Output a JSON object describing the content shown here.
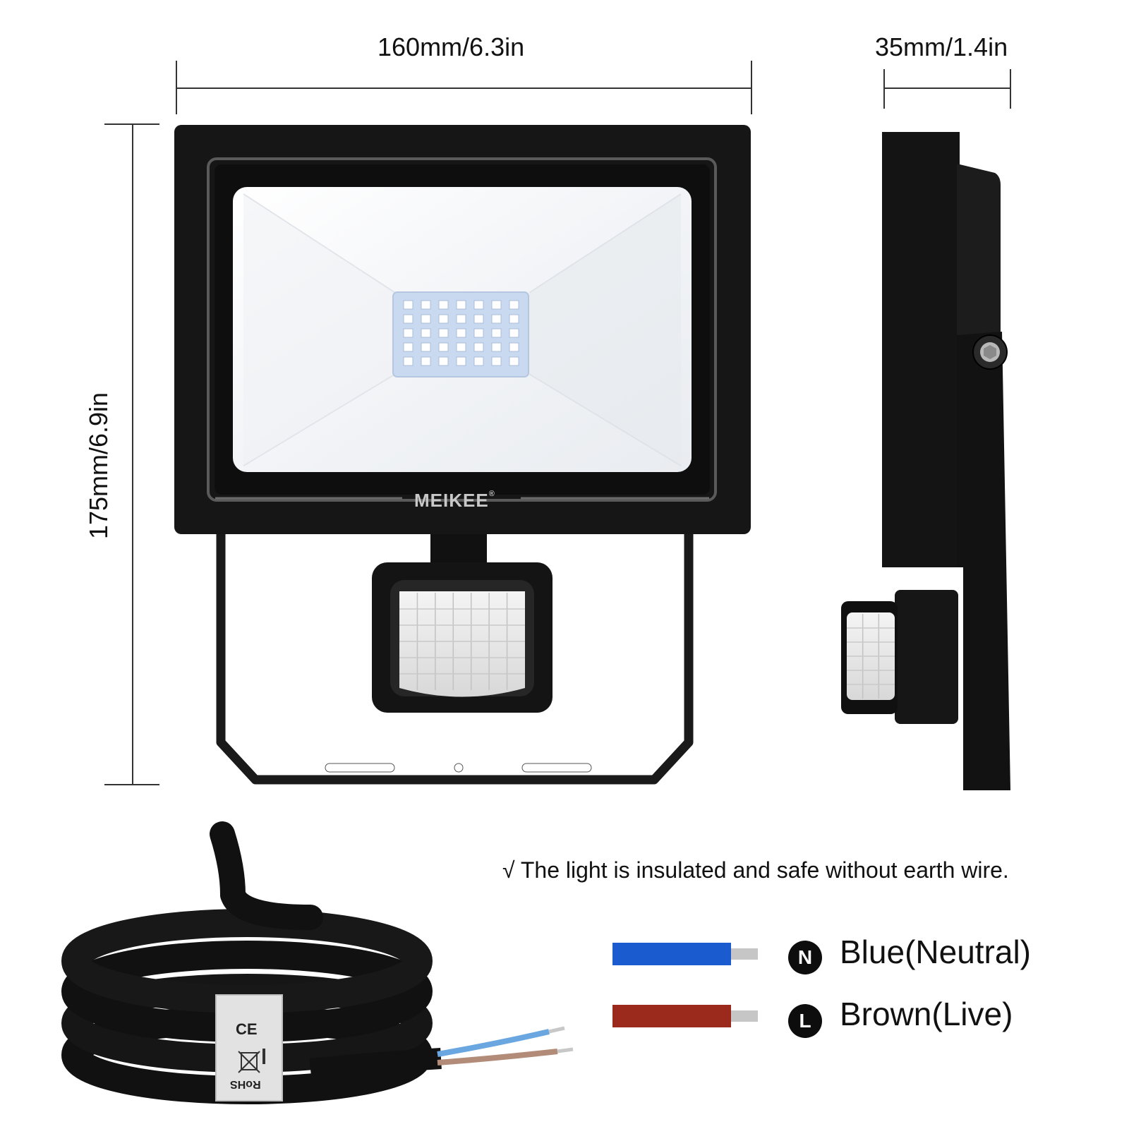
{
  "dimensions": {
    "width_label": "160mm/6.3in",
    "depth_label": "35mm/1.4in",
    "height_label": "175mm/6.9in"
  },
  "product": {
    "brand": "MEIKEE",
    "brand_mark": "®"
  },
  "cable": {
    "tag_ce": "CE",
    "tag_rohs": "RoHS"
  },
  "wiring": {
    "note": "√ The light is insulated and safe without earth wire.",
    "neutral": {
      "badge": "N",
      "label": "Blue(Neutral)",
      "color": "#1a5bd0"
    },
    "live": {
      "badge": "L",
      "label": "Brown(Live)",
      "color": "#9b2a1c"
    }
  },
  "colors": {
    "housing": "#141414",
    "lens": "#f6f8fb",
    "led": "#ffffff"
  }
}
